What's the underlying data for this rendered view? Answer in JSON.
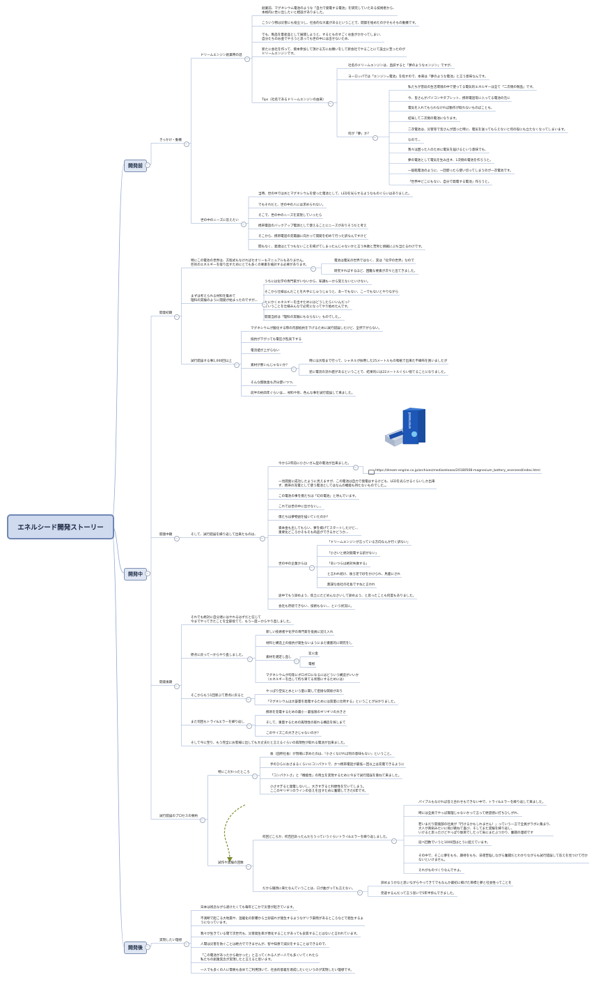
{
  "root": "エネルシード開発ストーリー",
  "sections": [
    {
      "label": "開発前"
    },
    {
      "label": "開発中"
    },
    {
      "label": "開発後"
    }
  ],
  "nodes": [
    {
      "id": "n1",
      "t": "きっかけ・動機"
    },
    {
      "id": "n2",
      "t": "ドリームエンジン創業時の話"
    },
    {
      "id": "n3",
      "t": "創業前、マグネシウム電池のような「自力で発電する電池」を研究していたある技術者から、\n本格的に世に出したいと相談がありました。"
    },
    {
      "id": "n4",
      "t": "こういう物は災害にも役立つし、社会的な大義があるということで、開発を始めたのがそもそもの動機です。"
    },
    {
      "id": "n5",
      "t": "でも、製品を量産品として展開しようと、するとものすごくお金がかかってしまい、\n自分たちのお金でやろうと思っても世の中には出せないため、"
    },
    {
      "id": "n6",
      "t": "新たに会社を作って、資本参加して頂ける方にお願いをして新会社でやることにて設立に至ったのが\nドリームエンジンです。"
    },
    {
      "id": "n7",
      "t": "Tips（社名であるドリームエンジンの由来）"
    },
    {
      "id": "n8",
      "t": "社名のドリームエンジンは、直訳すると「夢のようなエンジン」ですが、"
    },
    {
      "id": "n9",
      "t": "ヨーロッパでは「エンジン=電池」を指すので、本来は「夢のような電池」と言う意味なんです。"
    },
    {
      "id": "n10",
      "t": "何が「夢」か？"
    },
    {
      "id": "n11",
      "t": "私たちが普段の生活環境の中で使ってる電気的エネルギーは全て「二次側の製品」です。"
    },
    {
      "id": "n12",
      "t": "今、皆さんがパソコンやタブレット、携帯電話等に入ってる電池の元に"
    },
    {
      "id": "n13",
      "t": "電気を入れてもらわなければ動作が取れないものばことも、"
    },
    {
      "id": "n14",
      "t": "結局して二次側の電池になります。"
    },
    {
      "id": "n15",
      "t": "二次電池は、災害等で皆さんが困った時に、電気を送ってもらえないと何の役にも立たなくなってしまいます。"
    },
    {
      "id": "n16",
      "t": "なので、、"
    },
    {
      "id": "n17",
      "t": "我々は困った人のために電気を届けるという意味でも、"
    },
    {
      "id": "n18",
      "t": "夢の電池として電気を生み出す、1次側の電池を作ろうと。"
    },
    {
      "id": "n19",
      "t": "一般乾電池のように、一回使ったら使い切ってしまうのが一次電池です。"
    },
    {
      "id": "n20",
      "t": "「世界中どこにもない、自分で発電する電池」作ろうと。"
    },
    {
      "id": "n21",
      "t": "世の中のニーズに答えたい"
    },
    {
      "id": "n22",
      "t": "当時、世の中では水とマグネシウムを使った電池として、LEDを光らせるようなものぐらいはありました。"
    },
    {
      "id": "n23",
      "t": "でもそれだと、世の中の人には求められない。"
    },
    {
      "id": "n24",
      "t": "そこで、世の中のニーズを実現していったら"
    },
    {
      "id": "n25",
      "t": "携帯電話のバックアップ電源として使えることにニーズがありそうだと考え"
    },
    {
      "id": "n26",
      "t": "そこから、携帯電話の充電器に向かって開発を初めて行った訳なんですけど"
    },
    {
      "id": "n27",
      "t": "間もなく、発達はとてつもないことを掲げてしまったんじゃないかと言う失敗と苦労と挑戦にぶち当たるわけです。"
    },
    {
      "id": "n28",
      "t": "開発初期"
    },
    {
      "id": "n29",
      "t": "特にこの電池の世界は、方程式もなければセオリーもマニュアルもありません。\n巨的のエネルギーを取り出すためにとても多くの要素を検討する必要があります。"
    },
    {
      "id": "n30",
      "t": "電池は電気の世界ではなく、実は「化学の世界」なので"
    },
    {
      "id": "n31",
      "t": "研究すればするほど、困難な要素が次々と出てきました。"
    },
    {
      "id": "n32",
      "t": "まずは考えられる材料を集めて\n理科の実験のように開発が始まったのですが、、"
    },
    {
      "id": "n33",
      "t": "うちには化学の専門家がいないから、知識も一から覚えないといけない。"
    },
    {
      "id": "n34",
      "t": "そこから仕様はんだことを片手にじゅうじゅうと、あーでもない、こーでもないとやりながら"
    },
    {
      "id": "n35",
      "t": "とにかくエネルギーを出すためにはどうしたらいいんだっ？\nていうことを仕様みんなで必死になってやり始めたんです。"
    },
    {
      "id": "n36",
      "t": "開発当初は「理科の実験にもならない」ものでした。、"
    },
    {
      "id": "n37",
      "t": "試行錯誤する事1,000回以上"
    },
    {
      "id": "n38",
      "t": "マグネシウムが酸化する際の内部抵抗を下げるために試行錯誤したけど、全然下がらない。"
    },
    {
      "id": "n39",
      "t": "抵抗が下がっても電圧が乱高下する"
    },
    {
      "id": "n40",
      "t": "電流値が上がらない"
    },
    {
      "id": "n41",
      "t": "素材が悪いんじゃないか？"
    },
    {
      "id": "n42",
      "t": "時には大阪まで行って、シャネルが採用した25メートルもの和紙で出来た不織布を買いましたが"
    },
    {
      "id": "n43",
      "t": "逆に電流の流れ値があるということで、結果的には22メートルぐらい捨てることになりました。"
    },
    {
      "id": "n44",
      "t": "そんな無駄金も沢山使いつつ、"
    },
    {
      "id": "n45",
      "t": "前半の約四年ぐらいは、、材料や形、色んな事を試行錯誤して来ました。"
    },
    {
      "id": "n46",
      "t": "開発中期"
    },
    {
      "id": "n47",
      "t": "そして、試行錯誤を繰り返して出来たものは、"
    },
    {
      "id": "n48",
      "t": "今から2年前に小さいガム型の電池が出来ました。"
    },
    {
      "id": "n49",
      "t": "https://dream-engine.co.jp/archives/mediarelease/20180508-magnesium_battery_enerseed/index.html"
    },
    {
      "id": "n50",
      "t": "一見開発に成功したように見えますが、この電池は自力で発電はするけども、LEDを光らせるぐらいしか出来\nず、携帯の充電として使う電池としてはなんの機能も持たないものでした。。"
    },
    {
      "id": "n51",
      "t": "この電池の事を僕たちは「幻の電池」と呼んでいます。"
    },
    {
      "id": "n52",
      "t": "これでは世の中に出せない。、、"
    },
    {
      "id": "n53",
      "t": "僕たちは夢物語を描いていたのか？"
    },
    {
      "id": "n54",
      "t": "資本金も出してもらい、夢を掲げてスタートしたけど、、\n重要化どころかそもそも商品ができるかどうか、、"
    },
    {
      "id": "n55",
      "t": "世の中の企業からは"
    },
    {
      "id": "n56",
      "t": "「ドリームエンジンが言っている方向なんか行く訳ない」"
    },
    {
      "id": "n57",
      "t": "「小さいと絶対発電する訳がない」"
    },
    {
      "id": "n58",
      "t": "「あいつらは絶対失敗する」"
    },
    {
      "id": "n59",
      "t": "と言われ続け、後ろ足で砂をかけられ、馬鹿にされ"
    },
    {
      "id": "n60",
      "t": "無謀な会社の社長ですねと言われ"
    },
    {
      "id": "n61",
      "t": "途中でもう諦めよう、焦土にたどめんなさいして諦めよう、と思ったことも何度もありました。"
    },
    {
      "id": "n62",
      "t": "会社も存続できない、技術もない、、という状況に。"
    },
    {
      "id": "n63",
      "t": "開発後期"
    },
    {
      "id": "n64",
      "t": "それでも絶対に自分達にはやれるはずだと信じて\n今までやってきたことを全部捨てて、もう一度一からやり直しました。"
    },
    {
      "id": "n65",
      "t": "原点に戻って一からやり直しました。"
    },
    {
      "id": "n66",
      "t": "新しい技術者や化学の専門家を役員に迎え入れ"
    },
    {
      "id": "n67",
      "t": "材料と構造上の抵抗が発生ないようにまた徹底的に研究をし"
    },
    {
      "id": "n68",
      "t": "素材を選定し直し"
    },
    {
      "id": "n69",
      "t": "炭火金"
    },
    {
      "id": "n70",
      "t": "電極"
    },
    {
      "id": "n71",
      "t": "マグネシウムが均等にボロボロになるにはどういう構造がいいか\n（エネルギーを出して朽ち果てる状態にするためには）"
    },
    {
      "id": "n72",
      "t": "そこからもう1回新ぶて原点に戻ると"
    },
    {
      "id": "n73",
      "t": "やっぱり空気と水という量に関して密接な関係があり"
    },
    {
      "id": "n74",
      "t": "「マグネシウムは大容量を発電するためには質量に比例する」ということが分かりました。"
    },
    {
      "id": "n75",
      "t": "また何回もトライ&エラーを繰り返し"
    },
    {
      "id": "n76",
      "t": "携帯を充電するための最小・最低限のギリギリの大きさ"
    },
    {
      "id": "n77",
      "t": "そして、重量するための再現性の取れる構造を探しまて"
    },
    {
      "id": "n78",
      "t": "このサイズこの大きさじゃないのか？"
    },
    {
      "id": "n79",
      "t": "そして今に至り、もう完全にお客様に出しても大丈夫だと言えるぐらいの再現性が取れる電池が出来ました。"
    },
    {
      "id": "n80",
      "t": "試行錯誤のプロセスの要約"
    },
    {
      "id": "n81",
      "t": "特にこだわったところ"
    },
    {
      "id": "n82",
      "t": "後（田所社長）が現場に求めたのは、『小さくなければ何の意味もない』ということ。"
    },
    {
      "id": "n83",
      "t": "手のひらにおさまるくらいにコンパクトで、かつ携帯電話が最低一回以上は充電できるように"
    },
    {
      "id": "n84",
      "t": "「コンパクトさ」と「機能性」の両立を実現するために今まで試行錯誤を重ねて来ました。"
    },
    {
      "id": "n85",
      "t": "小さすぎると発電しないし、大きすぎると利便性を欠いてしまう。\nここのギリギリのラインの答えを出すために奮闘してきた6年です。"
    },
    {
      "id": "n86",
      "t": "試作や実験の回数"
    },
    {
      "id": "n87",
      "t": "何回どころか、何百回あったんだろうっていうぐらいトライ&エラーを繰り返しました。"
    },
    {
      "id": "n88",
      "t": "パイプルもなければ答え合わせもできない中で、トライ&エラーを繰り返して来ました。"
    },
    {
      "id": "n89",
      "t": "時には全員でやっぱ無理じゃないかって言って絶望感に打ちひしがれ、"
    },
    {
      "id": "n90",
      "t": "若いまだり開発部の社員が「行けるかもしれません！」っていう一言で全員がラボに集まり、\n大人が真剣みたいに飛び跳ねて喜び、そしてまた実験を繰り返し、\nいけると思ったけどやっぱり駄目でしたって肩にまたぶつかり、奮闘の連続です"
    },
    {
      "id": "n91",
      "t": "延べ回数でいうと1000回はとうに超えています。"
    },
    {
      "id": "n92",
      "t": "その中で、そこに夢をもち、期待をもち、日夜苦悩しながら奮闘だとわかりながらも試行錯誤して答えを見つけて行か\nないといけません。"
    },
    {
      "id": "n93",
      "t": "それがものづくりなんですよ。"
    },
    {
      "id": "n94",
      "t": "だから寝顔に来たなんていうことは、口が曲がっても言えない。"
    },
    {
      "id": "n95",
      "t": "諦めようかなと思いながらやってきてでもなんか最初に掲げた目標と夢と社会性ってことを"
    },
    {
      "id": "n96",
      "t": "完遂するんだって言う思いで5年半歩んできました。"
    },
    {
      "id": "n97",
      "t": "実現したい理想"
    },
    {
      "id": "n98",
      "t": "日本は残念ながら避けたくても毎年どこかで災害が起きています。"
    },
    {
      "id": "n99",
      "t": "不測断で起こる大地震や、温暖化の影響から土砂崩れが発生するようなゲリラ豪雨があるところなどで発生するよ\nうになっています。"
    },
    {
      "id": "n100",
      "t": "我々が生きている間で次世代も、災害発生率が悪化することがあっても良質することはないと言われています。"
    },
    {
      "id": "n101",
      "t": "人間は災害を防ぐことは絶力でできませんが、智や知恵で減災をすることはできるので、"
    },
    {
      "id": "n102",
      "t": "「この電池があったから助かった」と言ってくれる人が一人でも多くいてくれたら\n私たちの創業実念が実現したと言えると思います。"
    },
    {
      "id": "n103",
      "t": "一人でも多くの人に需要も含めてご利用頂いて、社会的意義を達成したいというのが実現したい理想です。"
    }
  ]
}
